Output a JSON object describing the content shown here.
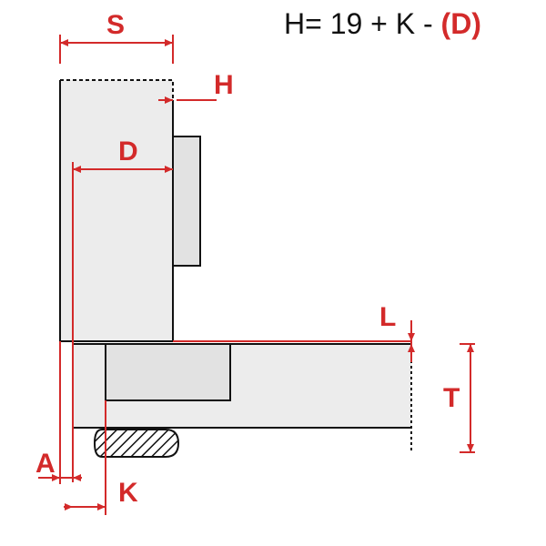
{
  "formula": {
    "prefix": "H= 19 + K - ",
    "highlight": "(D)"
  },
  "labels": {
    "S": "S",
    "H": "H",
    "D": "D",
    "L": "L",
    "T": "T",
    "A": "A",
    "K": "K"
  },
  "colors": {
    "accent": "#d32a2a",
    "line": "#111111",
    "panel_fill": "#ececec",
    "hatch": "#111111"
  }
}
